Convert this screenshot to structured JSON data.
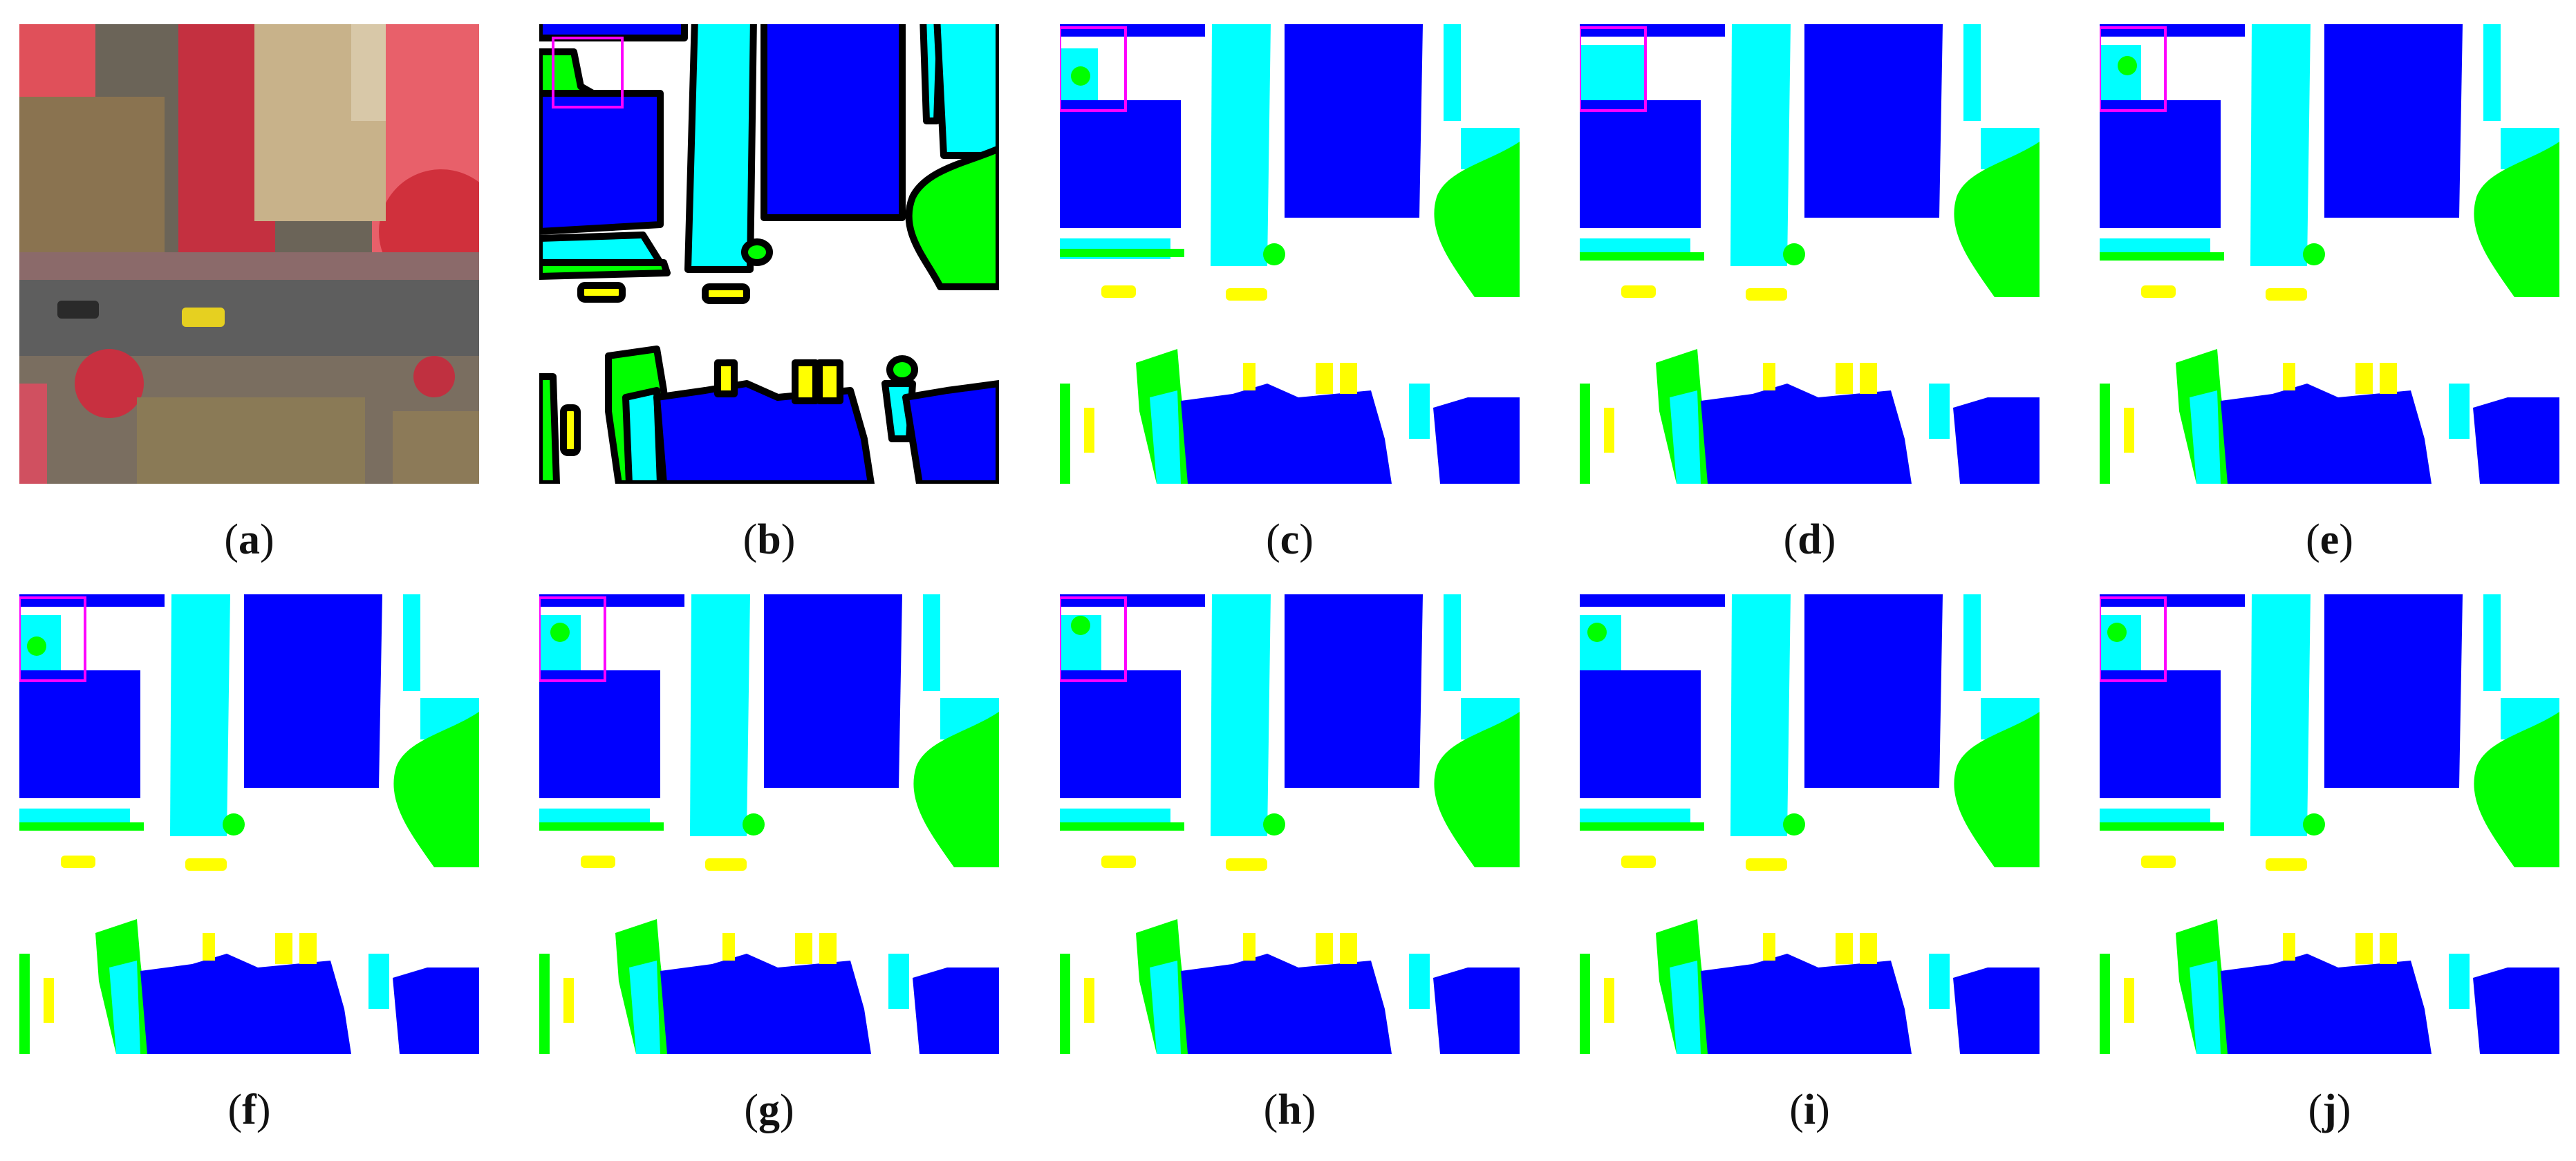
{
  "colors": {
    "background": "#ffffff",
    "building": "#0000ff",
    "low_vegetation": "#00ffff",
    "tree": "#00ff00",
    "car": "#ffff00",
    "highlight_box": "#ff00ff"
  },
  "panels": [
    {
      "label": "a",
      "type": "aerial-image"
    },
    {
      "label": "b",
      "type": "ground-truth"
    },
    {
      "label": "c",
      "type": "segmentation"
    },
    {
      "label": "d",
      "type": "segmentation"
    },
    {
      "label": "e",
      "type": "segmentation"
    },
    {
      "label": "f",
      "type": "segmentation"
    },
    {
      "label": "g",
      "type": "segmentation"
    },
    {
      "label": "h",
      "type": "segmentation"
    },
    {
      "label": "i",
      "type": "segmentation"
    },
    {
      "label": "j",
      "type": "segmentation"
    }
  ]
}
